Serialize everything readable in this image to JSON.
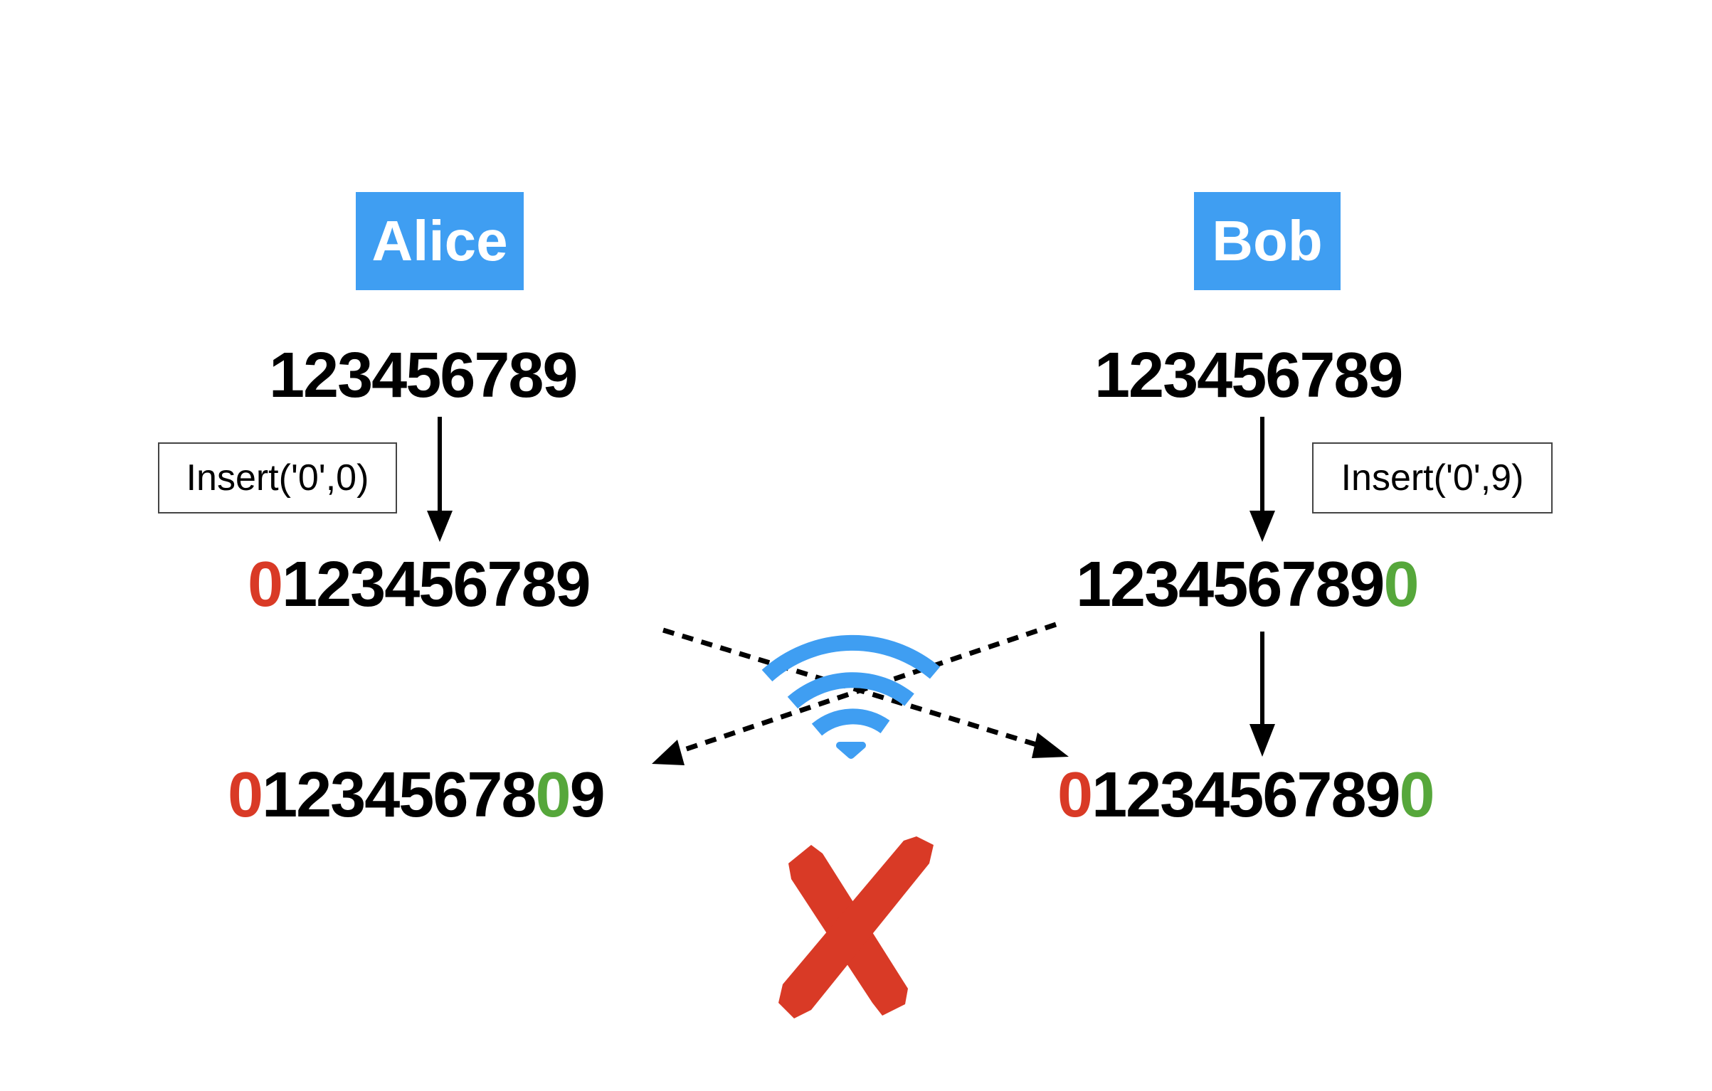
{
  "alice": {
    "name": "Alice",
    "initial": "123456789",
    "operation": "Insert('0',0)",
    "after_local": {
      "inserted": "0",
      "rest": "123456789"
    },
    "after_merge": {
      "prefix": "0",
      "middle": "12345678",
      "inserted": "0",
      "suffix": "9"
    }
  },
  "bob": {
    "name": "Bob",
    "initial": "123456789",
    "operation": "Insert('0',9)",
    "after_local": {
      "rest": "123456789",
      "inserted": "0"
    },
    "after_merge": {
      "prefix": "0",
      "middle": "123456789",
      "inserted": "0"
    }
  },
  "colors": {
    "badge": "#3f9ef2",
    "alice_insert": "#d93a26",
    "bob_insert": "#56a73b",
    "wifi": "#3f9ef2",
    "fail_mark": "#d93a26"
  },
  "icons": [
    "wifi-icon",
    "cross-mark-icon"
  ]
}
